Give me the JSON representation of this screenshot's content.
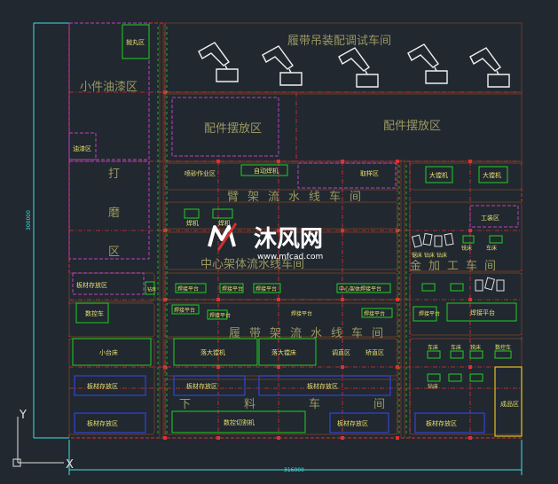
{
  "colors": {
    "background": "#212830",
    "grid_red": "#e03030",
    "zone_magenta": "#c040c0",
    "equip_green": "#20d020",
    "store_blue": "#3040c0",
    "label_olive": "#9a9860",
    "dim_cyan": "#40e0e0",
    "wall_brown": "#5a3a2a",
    "highlight_yellow": "#e0c020"
  },
  "dimensions": {
    "vertical": "300000",
    "horizontal": "316000"
  },
  "watermark": {
    "brand": "沐风网",
    "url": "www.mfcad.com"
  },
  "areas": [
    {
      "id": "crawler-crane-test-shop",
      "label": "履带吊装配调试车间"
    },
    {
      "id": "small-parts-paint-area",
      "label": "小件油漆区"
    },
    {
      "id": "parts-staging-left",
      "label": "配件摆放区"
    },
    {
      "id": "parts-staging-right",
      "label": "配件摆放区"
    },
    {
      "id": "boom-frame-line",
      "label": "臂架流水线车间"
    },
    {
      "id": "center-frame-line",
      "label": "中心架体流水线车间"
    },
    {
      "id": "metalworking-shop",
      "label": "金加工车间"
    },
    {
      "id": "track-frame-line",
      "label": "履带架流水线车间"
    },
    {
      "id": "cutting-shop",
      "label": "下料车间"
    },
    {
      "id": "grinding-char-1",
      "label": "打"
    },
    {
      "id": "grinding-char-2",
      "label": "磨"
    },
    {
      "id": "grinding-char-3",
      "label": "区"
    }
  ],
  "equipment": [
    {
      "id": "paint-room",
      "label": "抛丸区"
    },
    {
      "id": "small-paint-box",
      "label": "油漆区"
    },
    {
      "id": "blast-room",
      "label": "喷砂作业区"
    },
    {
      "id": "auto-weld-machine",
      "label": "自动焊机"
    },
    {
      "id": "boring-1",
      "label": "大镗机"
    },
    {
      "id": "boring-2",
      "label": "大镗机"
    },
    {
      "id": "weld-a",
      "label": "焊机"
    },
    {
      "id": "weld-b",
      "label": "焊机"
    },
    {
      "id": "process-zone",
      "label": "工装区"
    },
    {
      "id": "material-zone",
      "label": "板材存放区"
    },
    {
      "id": "sample-area",
      "label": "取样区"
    },
    {
      "id": "mid-weld-1",
      "label": "焊接平台"
    },
    {
      "id": "mid-weld-2",
      "label": "焊接平台"
    },
    {
      "id": "mid-weld-3",
      "label": "焊接平台"
    },
    {
      "id": "mid-weld-long",
      "label": "中心架体焊接平台"
    },
    {
      "id": "mid-weld-4",
      "label": "焊接平台"
    },
    {
      "id": "mid-weld-5",
      "label": "焊接平台"
    },
    {
      "id": "small-weld-1",
      "label": "焊接平台"
    },
    {
      "id": "small-weld-2",
      "label": "焊接平台"
    },
    {
      "id": "track-weld-1",
      "label": "焊接平台"
    },
    {
      "id": "track-weld-2",
      "label": "焊接平台"
    },
    {
      "id": "cnc-box",
      "label": "数控车"
    },
    {
      "id": "drill-box",
      "label": "钻床"
    },
    {
      "id": "small-bed",
      "label": "小台床"
    },
    {
      "id": "big-bed-1",
      "label": "落大镗机"
    },
    {
      "id": "big-bed-2",
      "label": "落大镗床"
    },
    {
      "id": "gantry-area",
      "label": "调直区"
    },
    {
      "id": "straighten-area",
      "label": "矫直区"
    },
    {
      "id": "plate-1",
      "label": "板材存放区"
    },
    {
      "id": "plate-2",
      "label": "板材存放区"
    },
    {
      "id": "plate-3",
      "label": "板材存放区"
    },
    {
      "id": "plate-4",
      "label": "板材存放区"
    },
    {
      "id": "plate-5",
      "label": "板材存放区"
    },
    {
      "id": "plate-6",
      "label": "板材存放区"
    },
    {
      "id": "cut-machine",
      "label": "数控切割机"
    },
    {
      "id": "finished",
      "label": "成品区"
    },
    {
      "id": "ms-1",
      "label": "锯床"
    },
    {
      "id": "ms-2",
      "label": "钻床"
    },
    {
      "id": "ms-3",
      "label": "钻床"
    },
    {
      "id": "ms-4",
      "label": "铣床"
    },
    {
      "id": "ms-5",
      "label": "车床"
    },
    {
      "id": "ms-6",
      "label": "车床"
    },
    {
      "id": "ms-7",
      "label": "车床"
    },
    {
      "id": "ms-8",
      "label": "铣床"
    },
    {
      "id": "ms-9",
      "label": "钻床"
    },
    {
      "id": "ms-10",
      "label": "数控车"
    }
  ],
  "axis_labels": {
    "y": "Y",
    "x": "X"
  }
}
